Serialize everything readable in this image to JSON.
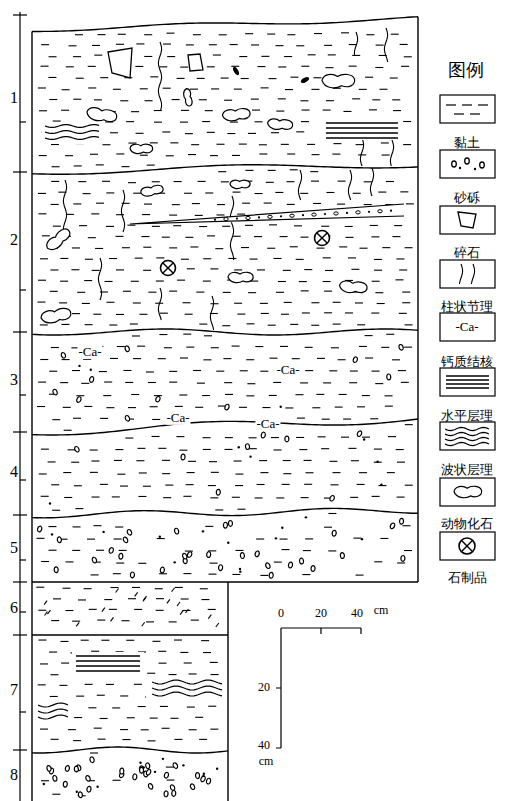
{
  "diagram": {
    "labels": [
      "1",
      "2",
      "3",
      "4",
      "5",
      "6",
      "7",
      "8",
      "图例",
      "-Ca-",
      "-Ca-",
      "-Ca-",
      "-Ca-",
      "-Ca-",
      "0",
      "20",
      "40",
      "cm",
      "20",
      "40",
      "cm"
    ],
    "legend": [
      {
        "text": "黏土"
      },
      {
        "text": "砂砾"
      },
      {
        "text": "碎石"
      },
      {
        "text": "柱状节理"
      },
      {
        "text": "钙质结核"
      },
      {
        "text": "水平层理"
      },
      {
        "text": "波状层理"
      },
      {
        "text": "动物化石"
      },
      {
        "text": "石制品"
      }
    ]
  }
}
